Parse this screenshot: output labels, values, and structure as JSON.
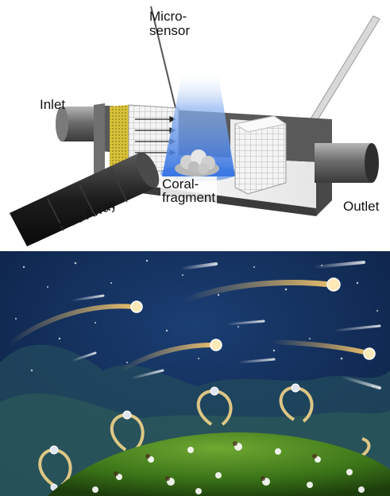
{
  "diagram": {
    "labels": {
      "micro_sensor": "Micro-\nsensor",
      "inlet": "Inlet",
      "coral_fragment": "Coral-\nfragment",
      "outlet": "Outlet",
      "lense_array": "Lense Array"
    }
  },
  "colors": {
    "chamber": "#4d4d4d",
    "chamber_light": "#8a8a8a",
    "light_beam": "#4f86e8",
    "filter_yellow": "#d8c23a",
    "water": "#0e2a55",
    "coral": "#3e7a1c",
    "particle_glow": "#f2c46c"
  }
}
